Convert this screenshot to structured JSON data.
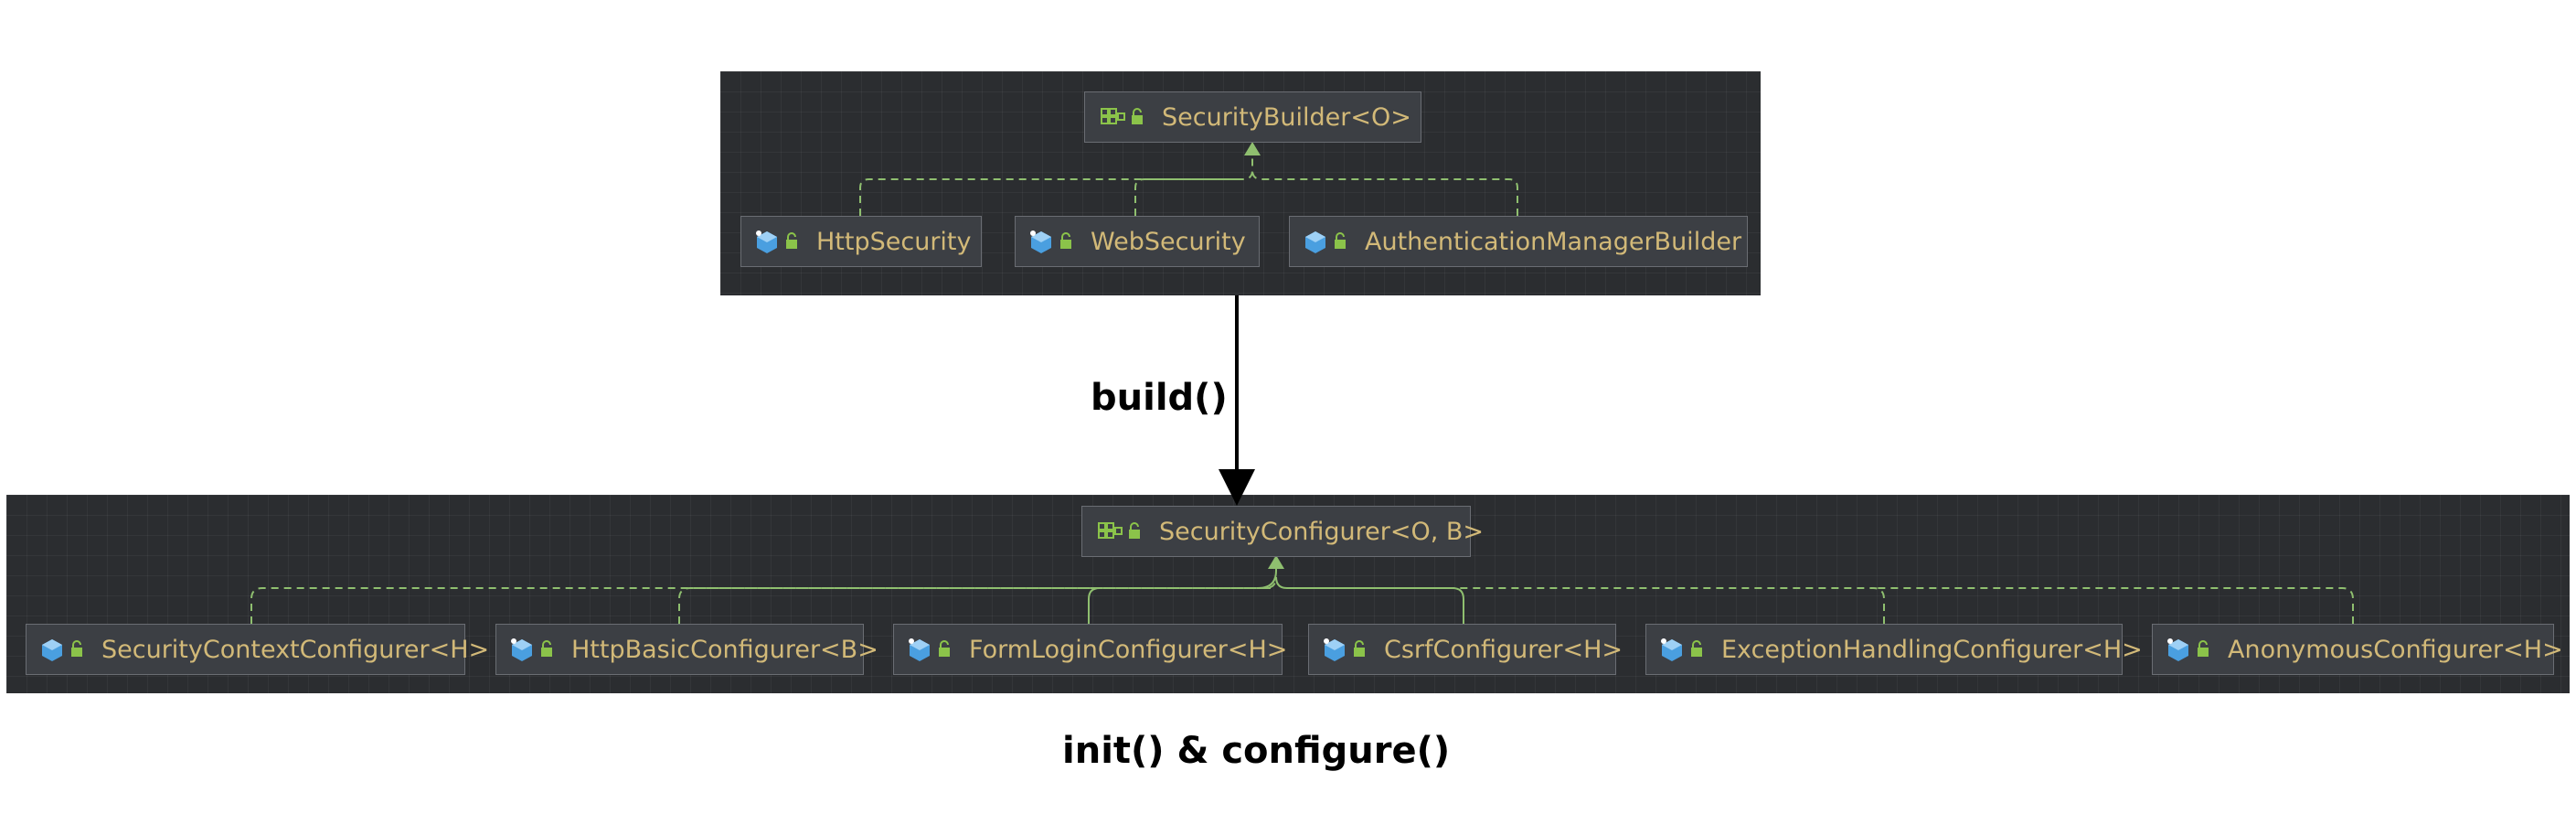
{
  "top": {
    "root": "SecurityBuilder<O>",
    "children": [
      "HttpSecurity",
      "WebSecurity",
      "AuthenticationManagerBuilder"
    ]
  },
  "arrow_label": "build()",
  "bottom": {
    "root": "SecurityConfigurer<O, B>",
    "children": [
      "SecurityContextConfigurer<H>",
      "HttpBasicConfigurer<B>",
      "FormLoginConfigurer<H>",
      "CsrfConfigurer<H>",
      "ExceptionHandlingConfigurer<H>",
      "AnonymousConfigurer<H>"
    ]
  },
  "bottom_caption": "init() & configure()",
  "colors": {
    "panel_bg": "#2b2d30",
    "node_bg": "#3c3f44",
    "node_text": "#d2b978",
    "edge": "#8fbf6f",
    "class_icon": "#4a9fe0",
    "lock_icon": "#8bc34a"
  }
}
